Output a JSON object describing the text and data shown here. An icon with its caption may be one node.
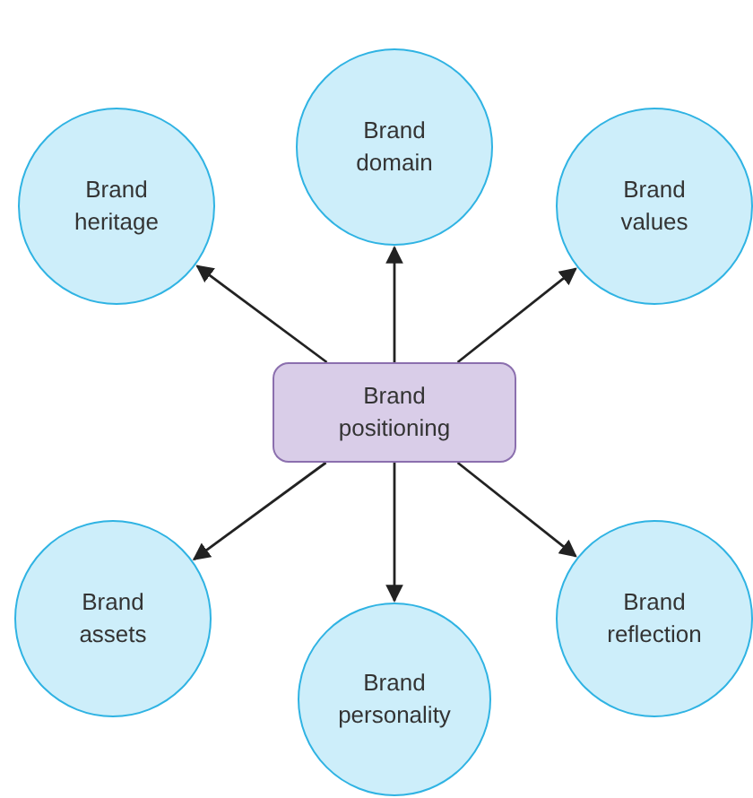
{
  "diagram": {
    "nodes": [
      {
        "text": [
          "Brand domain"
        ]
      },
      {
        "text": [
          "Brand heritage"
        ]
      },
      {
        "text": [
          "Brand values"
        ]
      },
      {
        "text": [
          "Brand positioning"
        ]
      },
      {
        "text": [
          "Brand assets"
        ]
      },
      {
        "text": [
          "Brand reflection"
        ]
      },
      {
        "text": [
          "Brand personality"
        ]
      }
    ],
    "edges": [
      {
        "from": 3,
        "to": 0,
        "arrow": "to"
      },
      {
        "from": 3,
        "to": 1,
        "arrow": "to"
      },
      {
        "from": 3,
        "to": 2,
        "arrow": "to"
      },
      {
        "from": 3,
        "to": 4,
        "arrow": "to"
      },
      {
        "from": 3,
        "to": 5,
        "arrow": "to"
      },
      {
        "from": 3,
        "to": 6,
        "arrow": "to"
      }
    ]
  }
}
